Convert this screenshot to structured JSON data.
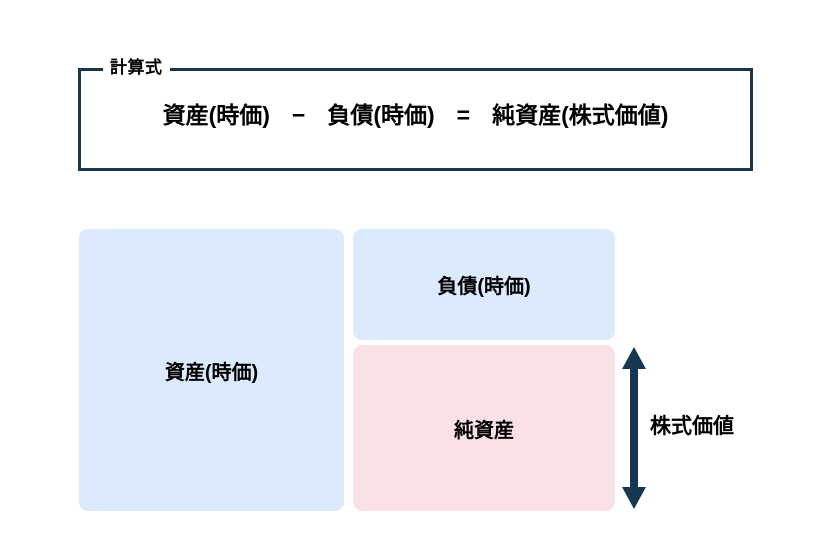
{
  "formula": {
    "legend": "計算式",
    "terms": {
      "assets": "資産(時価)",
      "liabilities": "負債(時価)",
      "net_assets": "純資産(株式価値)"
    },
    "operators": {
      "minus": "−",
      "equals": "="
    }
  },
  "diagram": {
    "assets_label": "資産(時価)",
    "liabilities_label": "負債(時価)",
    "net_assets_label": "純資産",
    "arrow_label": "株式価値"
  },
  "colors": {
    "border_navy": "#17374f",
    "block_blue": "#dbeafc",
    "block_pink": "#fae1e6",
    "arrow_navy": "#17374f",
    "background": "#ffffff",
    "text": "#000000"
  }
}
